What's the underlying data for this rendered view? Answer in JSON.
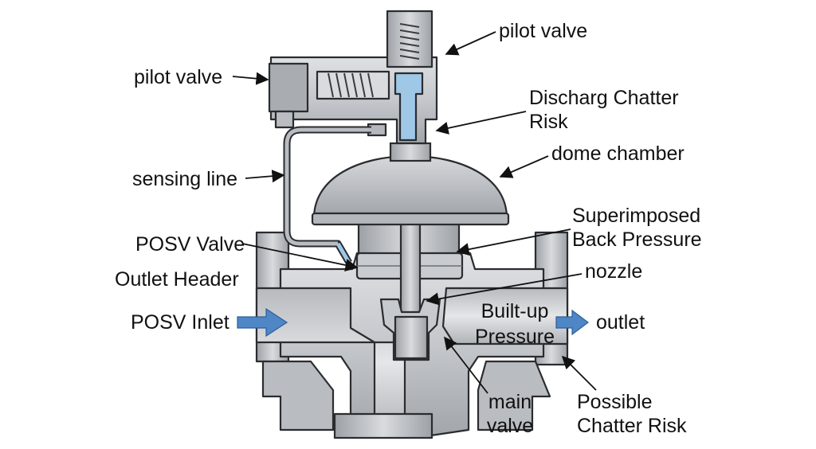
{
  "labels": {
    "pilot_valve_top": "pilot valve",
    "pilot_valve_left": "pilot valve",
    "discharge_chatter_risk_line1": "Discharg Chatter",
    "discharge_chatter_risk_line2": "Risk",
    "dome_chamber": "dome chamber",
    "sensing_line": "sensing line",
    "superimposed_line1": "Superimposed",
    "superimposed_line2": "Back Pressure",
    "posv_valve": "POSV Valve",
    "nozzle": "nozzle",
    "outlet_header": "Outlet Header",
    "built_up_line1": "Built-up",
    "built_up_line2": "Pressure",
    "posv_inlet": "POSV Inlet",
    "outlet": "outlet",
    "main_valve_line1": "main",
    "main_valve_line2": "valve",
    "possible_chatter_line1": "Possible",
    "possible_chatter_line2": "Chatter Risk"
  },
  "colors": {
    "metal_light": "#c9ccd0",
    "metal_mid": "#a9adb2",
    "metal_dark": "#7d8288",
    "outline": "#2a2c2f",
    "fluid_blue": "#9fc7e6",
    "arrow_blue": "#4f86c6"
  },
  "icons": {
    "flow_arrow": "arrow-right-icon"
  }
}
